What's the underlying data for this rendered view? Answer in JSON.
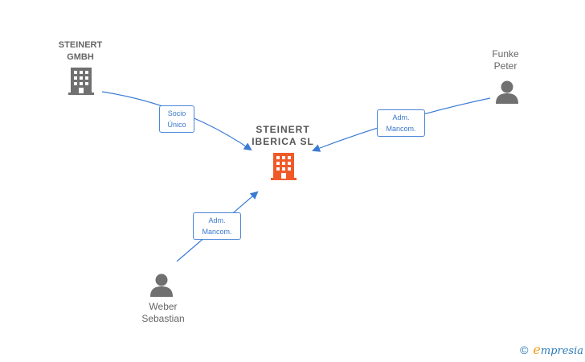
{
  "nodes": {
    "center": {
      "name": "STEINERT\nIBERICA  SL",
      "type": "company",
      "color": "#f05a28"
    },
    "steinert_gmbh": {
      "name": "STEINERT\nGMBH",
      "type": "company",
      "color": "#707070"
    },
    "funke": {
      "name": "Funke\nPeter",
      "type": "person",
      "color": "#707070"
    },
    "weber": {
      "name": "Weber\nSebastian",
      "type": "person",
      "color": "#707070"
    }
  },
  "edges": {
    "steinert_gmbh": {
      "label": "Socio\nÚnico"
    },
    "funke": {
      "label": "Adm.\nMancom."
    },
    "weber": {
      "label": "Adm.\nMancom."
    }
  },
  "colors": {
    "edge": "#3a7bd5"
  },
  "footer": {
    "copyright_symbol": "©",
    "brand_initial": "e",
    "brand_rest": "mpresia"
  }
}
